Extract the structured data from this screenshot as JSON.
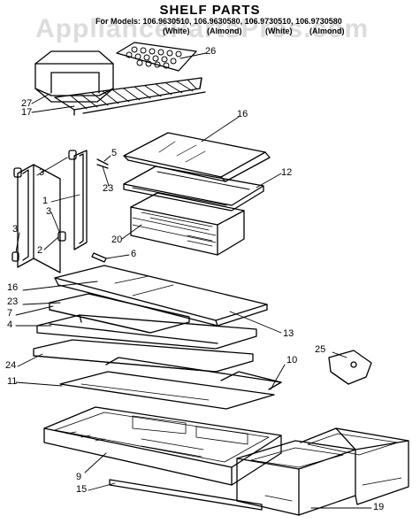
{
  "title": "SHELF PARTS",
  "models_line": "For Models: 106.9630510, 106.9630580, 106.9730510, 106.9730580",
  "colors": [
    "(White)",
    "(Almond)",
    "(White)",
    "(Almond)"
  ],
  "watermark": "AppliancePartsPros.com",
  "callouts": [
    "26",
    "27",
    "17",
    "16",
    "5",
    "3",
    "23",
    "12",
    "1",
    "3",
    "20",
    "3",
    "2",
    "6",
    "16",
    "23",
    "7",
    "4",
    "13",
    "25",
    "10",
    "24",
    "11",
    "9",
    "15",
    "19"
  ]
}
